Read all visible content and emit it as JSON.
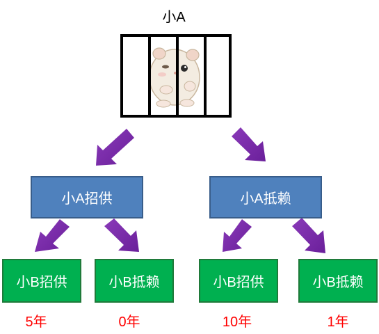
{
  "title": "小A",
  "cage": {
    "icon": "hamster-icon"
  },
  "level1": [
    {
      "label": "小A招供"
    },
    {
      "label": "小A抵赖"
    }
  ],
  "level2": [
    {
      "label": "小B招供",
      "sentence": "5年"
    },
    {
      "label": "小B抵赖",
      "sentence": "0年"
    },
    {
      "label": "小B招供",
      "sentence": "10年"
    },
    {
      "label": "小B抵赖",
      "sentence": "1年"
    }
  ],
  "colors": {
    "blue_box": "#4f81bd",
    "green_box": "#00b050",
    "arrow": "#7030a0",
    "sentence_text": "#ff0000"
  }
}
